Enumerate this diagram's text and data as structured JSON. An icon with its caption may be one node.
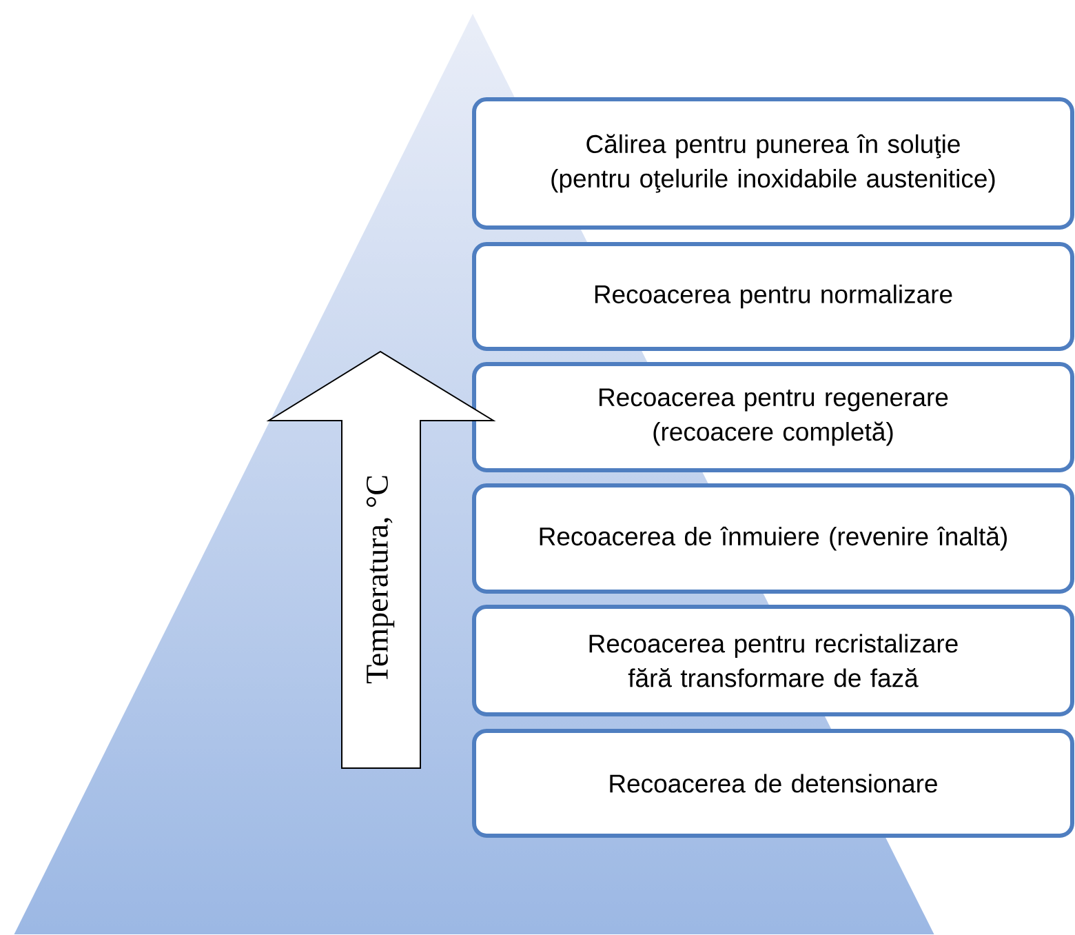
{
  "diagram": {
    "nodes": [
      {
        "text": [
          "Călirea pentru punerea în soluţie (pentru oţelurile inoxidabile austenitice)"
        ]
      },
      {
        "text": [
          "Recoacerea pentru normalizare"
        ]
      },
      {
        "text": [
          "Recoacerea pentru regenerare (recoacere completă)"
        ]
      },
      {
        "text": [
          "Recoacerea de înmuiere (revenire înaltă)"
        ]
      },
      {
        "text": [
          "Recoacerea pentru recristalizare fără transformare de fază"
        ]
      },
      {
        "text": [
          "Recoacerea de detensionare"
        ]
      },
      {
        "text": [
          "Temperatura, °C"
        ]
      }
    ]
  }
}
